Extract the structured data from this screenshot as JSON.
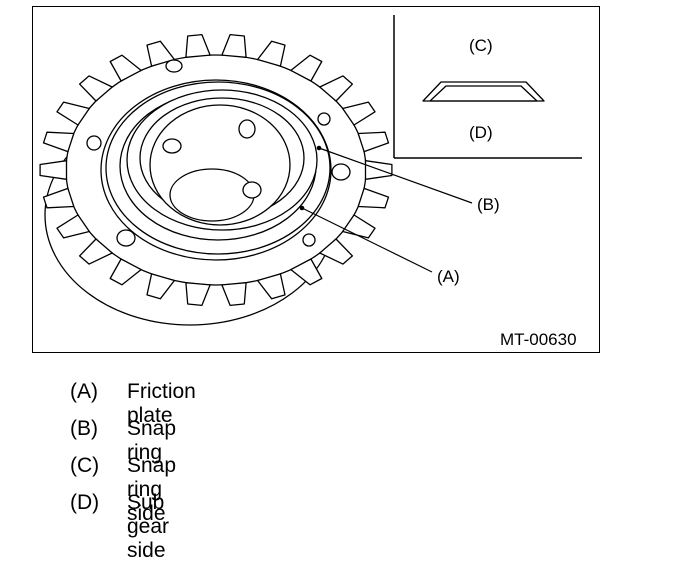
{
  "figure": {
    "code": "MT-00630",
    "callouts": {
      "a": "(A)",
      "b": "(B)",
      "c": "(C)",
      "d": "(D)"
    }
  },
  "legend": [
    {
      "key": "(A)",
      "text": "Friction plate"
    },
    {
      "key": "(B)",
      "text": "Snap ring"
    },
    {
      "key": "(C)",
      "text": "Snap ring side"
    },
    {
      "key": "(D)",
      "text": "Sub gear side"
    }
  ]
}
